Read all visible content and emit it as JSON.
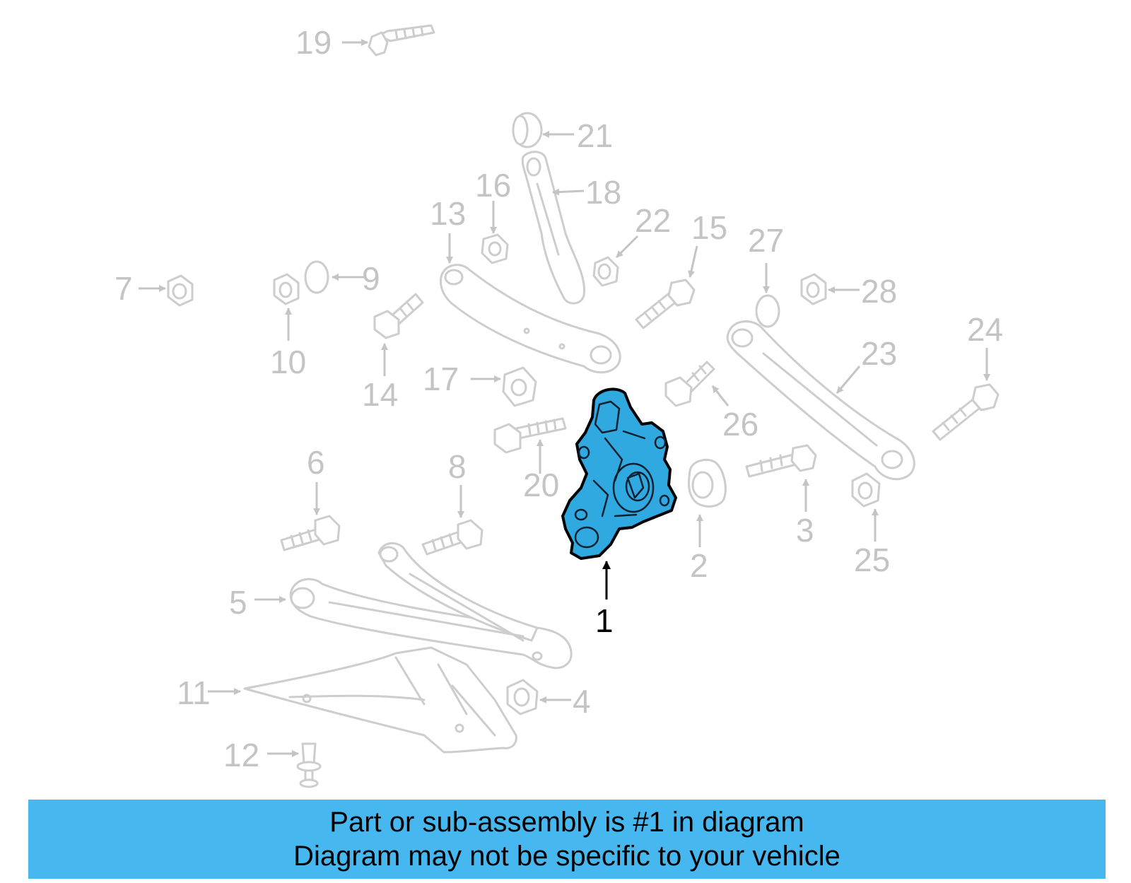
{
  "highlight_color": "#2fa9e0",
  "banner_color": "#47b8ef",
  "ghost_color": "#cdcdcd",
  "highlighted_part": "1",
  "callouts": {
    "c1": "1",
    "c2": "2",
    "c3": "3",
    "c4": "4",
    "c5": "5",
    "c6": "6",
    "c7": "7",
    "c8": "8",
    "c9": "9",
    "c10": "10",
    "c11": "11",
    "c12": "12",
    "c13": "13",
    "c14": "14",
    "c15": "15",
    "c16": "16",
    "c17": "17",
    "c18": "18",
    "c19": "19",
    "c20": "20",
    "c21": "21",
    "c22": "22",
    "c23": "23",
    "c24": "24",
    "c25": "25",
    "c26": "26",
    "c27": "27",
    "c28": "28"
  },
  "notice": {
    "line1": "Part or sub-assembly is #1 in diagram",
    "line2": "Diagram may not be specific to your vehicle"
  }
}
